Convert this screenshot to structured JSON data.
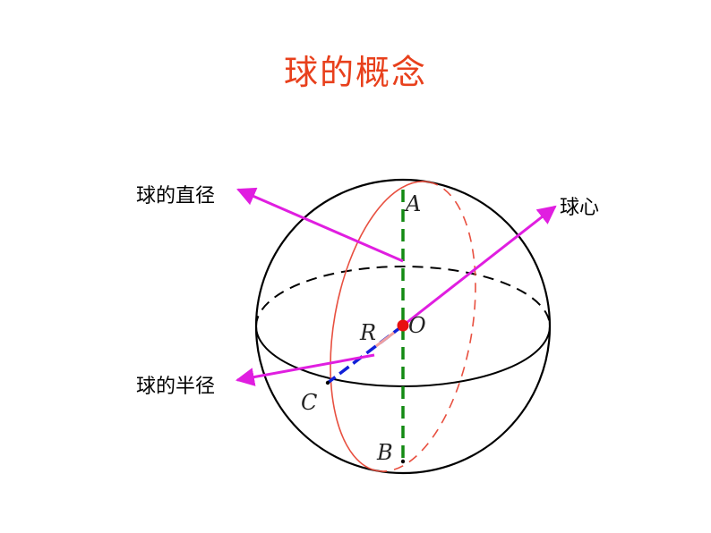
{
  "slide": {
    "title": "球的概念",
    "title_color": "#e8401c"
  },
  "labels": {
    "diameter": "球的直径",
    "center": "球心",
    "radius": "球的半径"
  },
  "points": {
    "A": "A",
    "B": "B",
    "C": "C",
    "O": "O",
    "R": "R"
  },
  "colors": {
    "arrow": "#e01ee0",
    "diameter_line": "#138a13",
    "radius_line": "#1020d8",
    "great_circle": "#e85040",
    "center_dot": "#e81010",
    "sphere_outline": "#000000"
  }
}
